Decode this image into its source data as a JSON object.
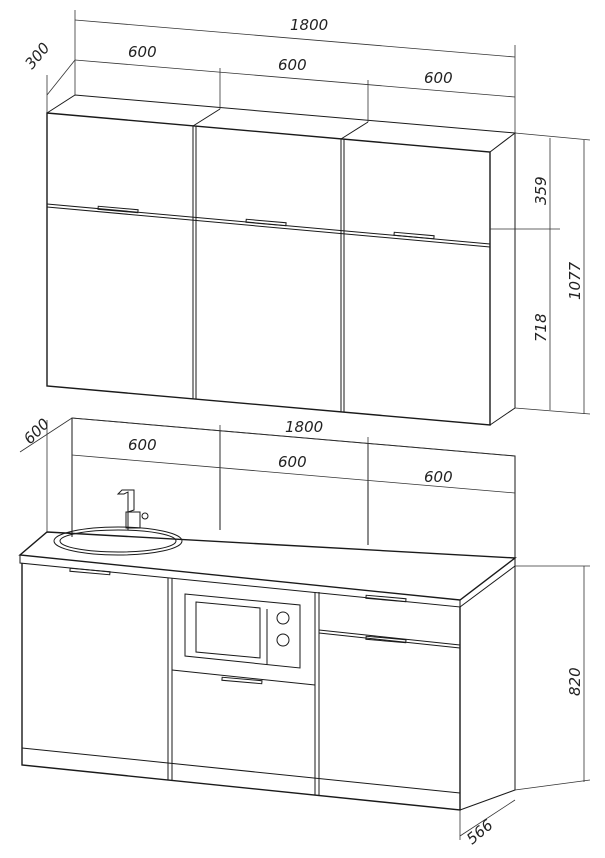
{
  "upper": {
    "total_width": "1800",
    "depth": "300",
    "module_widths": [
      "600",
      "600",
      "600"
    ],
    "top_height": "359",
    "bottom_height": "718",
    "total_height": "1077"
  },
  "lower": {
    "depth": "600",
    "total_width": "1800",
    "module_widths": [
      "600",
      "600",
      "600"
    ],
    "height": "820",
    "cabinet_depth": "566"
  }
}
